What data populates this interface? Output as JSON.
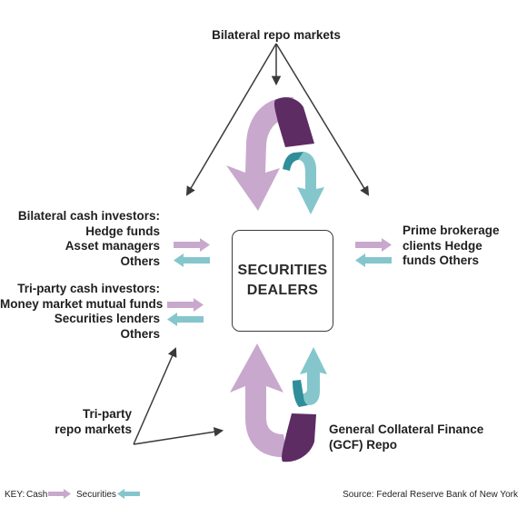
{
  "top_label": "Bilateral repo markets",
  "center_box": [
    "SECURITIES",
    "DEALERS"
  ],
  "bilateral_cash_investors": [
    "Bilateral cash investors:",
    "Hedge funds",
    "Asset managers",
    "Others"
  ],
  "triparty_cash_investors": [
    "Tri-party cash investors:",
    "Money market mutual funds",
    "Securities lenders",
    "Others"
  ],
  "prime_brokerage": [
    "Prime brokerage",
    "clients Hedge",
    "funds Others"
  ],
  "triparty_repo_markets": [
    "Tri-party",
    "repo markets"
  ],
  "gcf_repo": [
    "General Collateral Finance",
    "(GCF) Repo"
  ],
  "key": {
    "title": "KEY:",
    "cash": "Cash",
    "securities": "Securities"
  },
  "source": "Source: Federal Reserve Bank of New York",
  "colors": {
    "cash": "#c8a9cd",
    "securities": "#85c6cd",
    "cash_dark": "#5d2c63",
    "securities_dark": "#2f8e9a",
    "line": "#3a3a3a"
  }
}
